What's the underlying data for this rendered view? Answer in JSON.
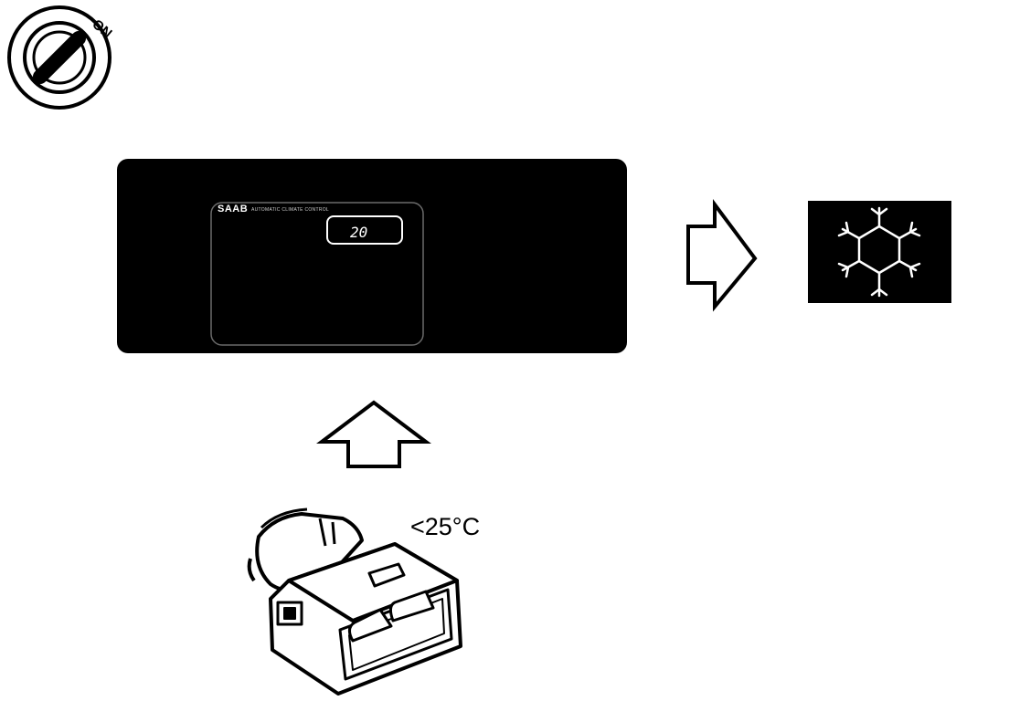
{
  "ignition": {
    "state_label": "ON",
    "icon": "ignition-key-icon"
  },
  "panel": {
    "brand": "SAAB",
    "subtitle": "AUTOMATIC CLIMATE CONTROL",
    "display_value": "20",
    "color": "#000000"
  },
  "sensor": {
    "condition_label": "<25°C",
    "icon": "temperature-sensor-icon"
  },
  "indicator": {
    "icon": "snowflake-icon",
    "background": "#000000",
    "symbol_color": "#ffffff"
  },
  "arrows": {
    "right": "arrow-right-icon",
    "up": "arrow-up-icon"
  }
}
